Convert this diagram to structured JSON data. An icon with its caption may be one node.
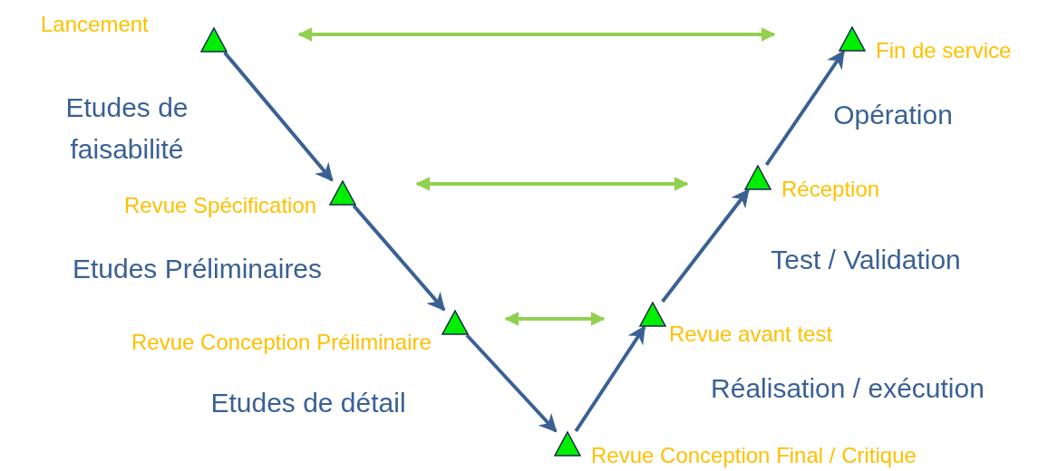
{
  "diagram": {
    "nodes": [
      {
        "text": [],
        "shape": "triangle",
        "beside": [
          "Lancement"
        ]
      },
      {
        "text": [],
        "shape": "triangle",
        "beside": [
          "Revue Spécification"
        ]
      },
      {
        "text": [],
        "shape": "triangle",
        "beside": [
          "Revue Conception Préliminaire"
        ]
      },
      {
        "text": [],
        "shape": "triangle",
        "beside": [
          "Revue Conception Final / Critique"
        ]
      },
      {
        "text": [],
        "shape": "triangle",
        "beside": [
          "Revue avant test"
        ]
      },
      {
        "text": [],
        "shape": "triangle",
        "beside": [
          "Réception"
        ]
      },
      {
        "text": [],
        "shape": "triangle",
        "beside": [
          "Fin de service"
        ]
      }
    ],
    "edges": [
      {
        "from": 0,
        "to": 1,
        "arrow": "to"
      },
      {
        "from": 1,
        "to": 2,
        "arrow": "to"
      },
      {
        "from": 2,
        "to": 3,
        "arrow": "to"
      },
      {
        "from": 3,
        "to": 4,
        "arrow": "to"
      },
      {
        "from": 4,
        "to": 5,
        "arrow": "to"
      },
      {
        "from": 5,
        "to": 6,
        "arrow": "to"
      }
    ],
    "labels": [
      "Etudes de faisabilité",
      "Opération",
      "Etudes Préliminaires",
      "Test / Validation",
      "Etudes de détail",
      "Réalisation / exécution"
    ]
  }
}
